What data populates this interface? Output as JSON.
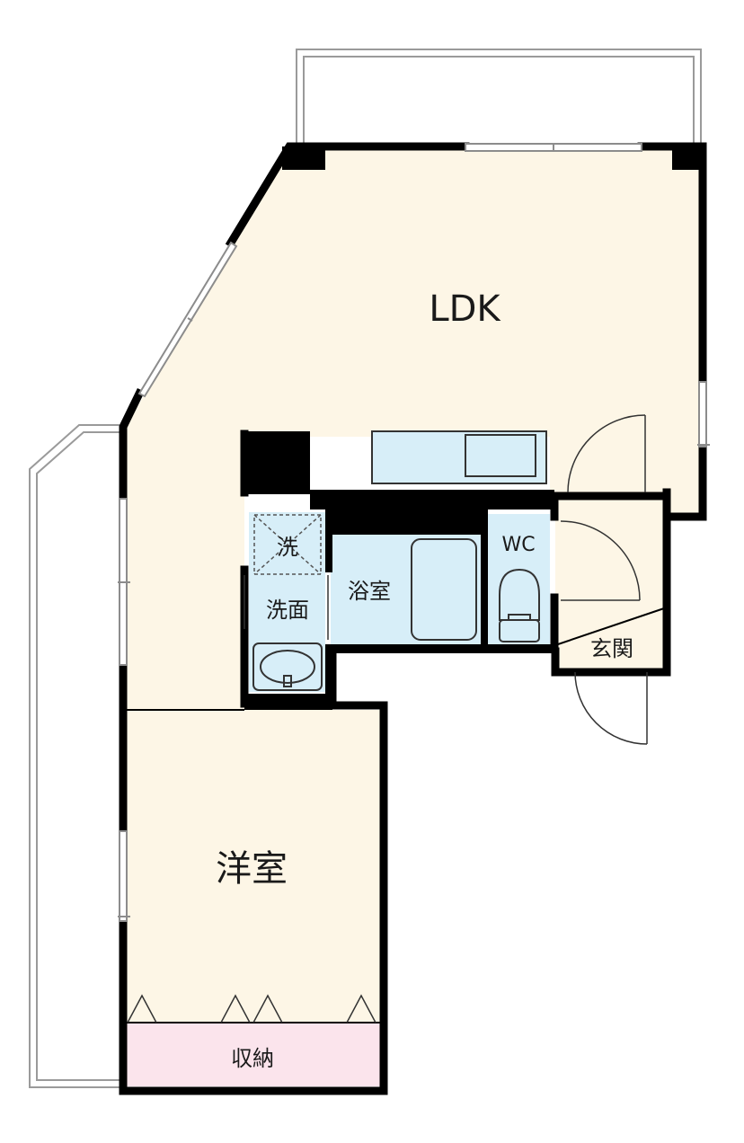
{
  "colors": {
    "wall": "#000000",
    "living_floor": "#fdf6e6",
    "wet_area": "#d7eef8",
    "storage": "#fbe4ec",
    "balcony_line": "#9a9a9a",
    "window_line": "#8c8c8c"
  },
  "rooms": {
    "ldk": {
      "label": "LDK"
    },
    "western_room": {
      "label": "洋室"
    },
    "storage": {
      "label": "収納"
    },
    "wash": {
      "label": "洗"
    },
    "washroom": {
      "label": "洗面"
    },
    "bathroom": {
      "label": "浴室"
    },
    "toilet": {
      "label": "WC"
    },
    "entrance": {
      "label": "玄関"
    }
  }
}
